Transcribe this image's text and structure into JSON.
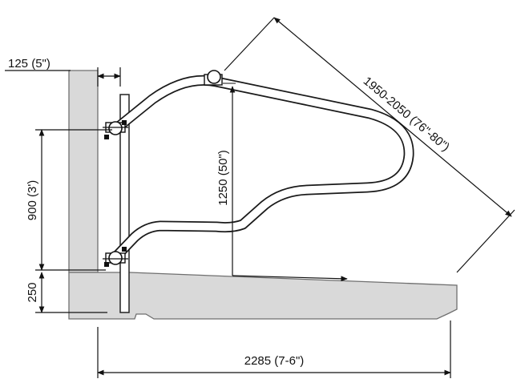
{
  "dimensions": {
    "wall_thickness": "125 (5\")",
    "anchor_spacing": "900 (3')",
    "base_height": "250",
    "rail_height": "1250 (50\")",
    "diagonal_length": "1950-2050 (76\"-80\")",
    "total_length": "2285 (7-6\")"
  },
  "colors": {
    "concrete": "#d9d9d9",
    "line": "#111111"
  }
}
